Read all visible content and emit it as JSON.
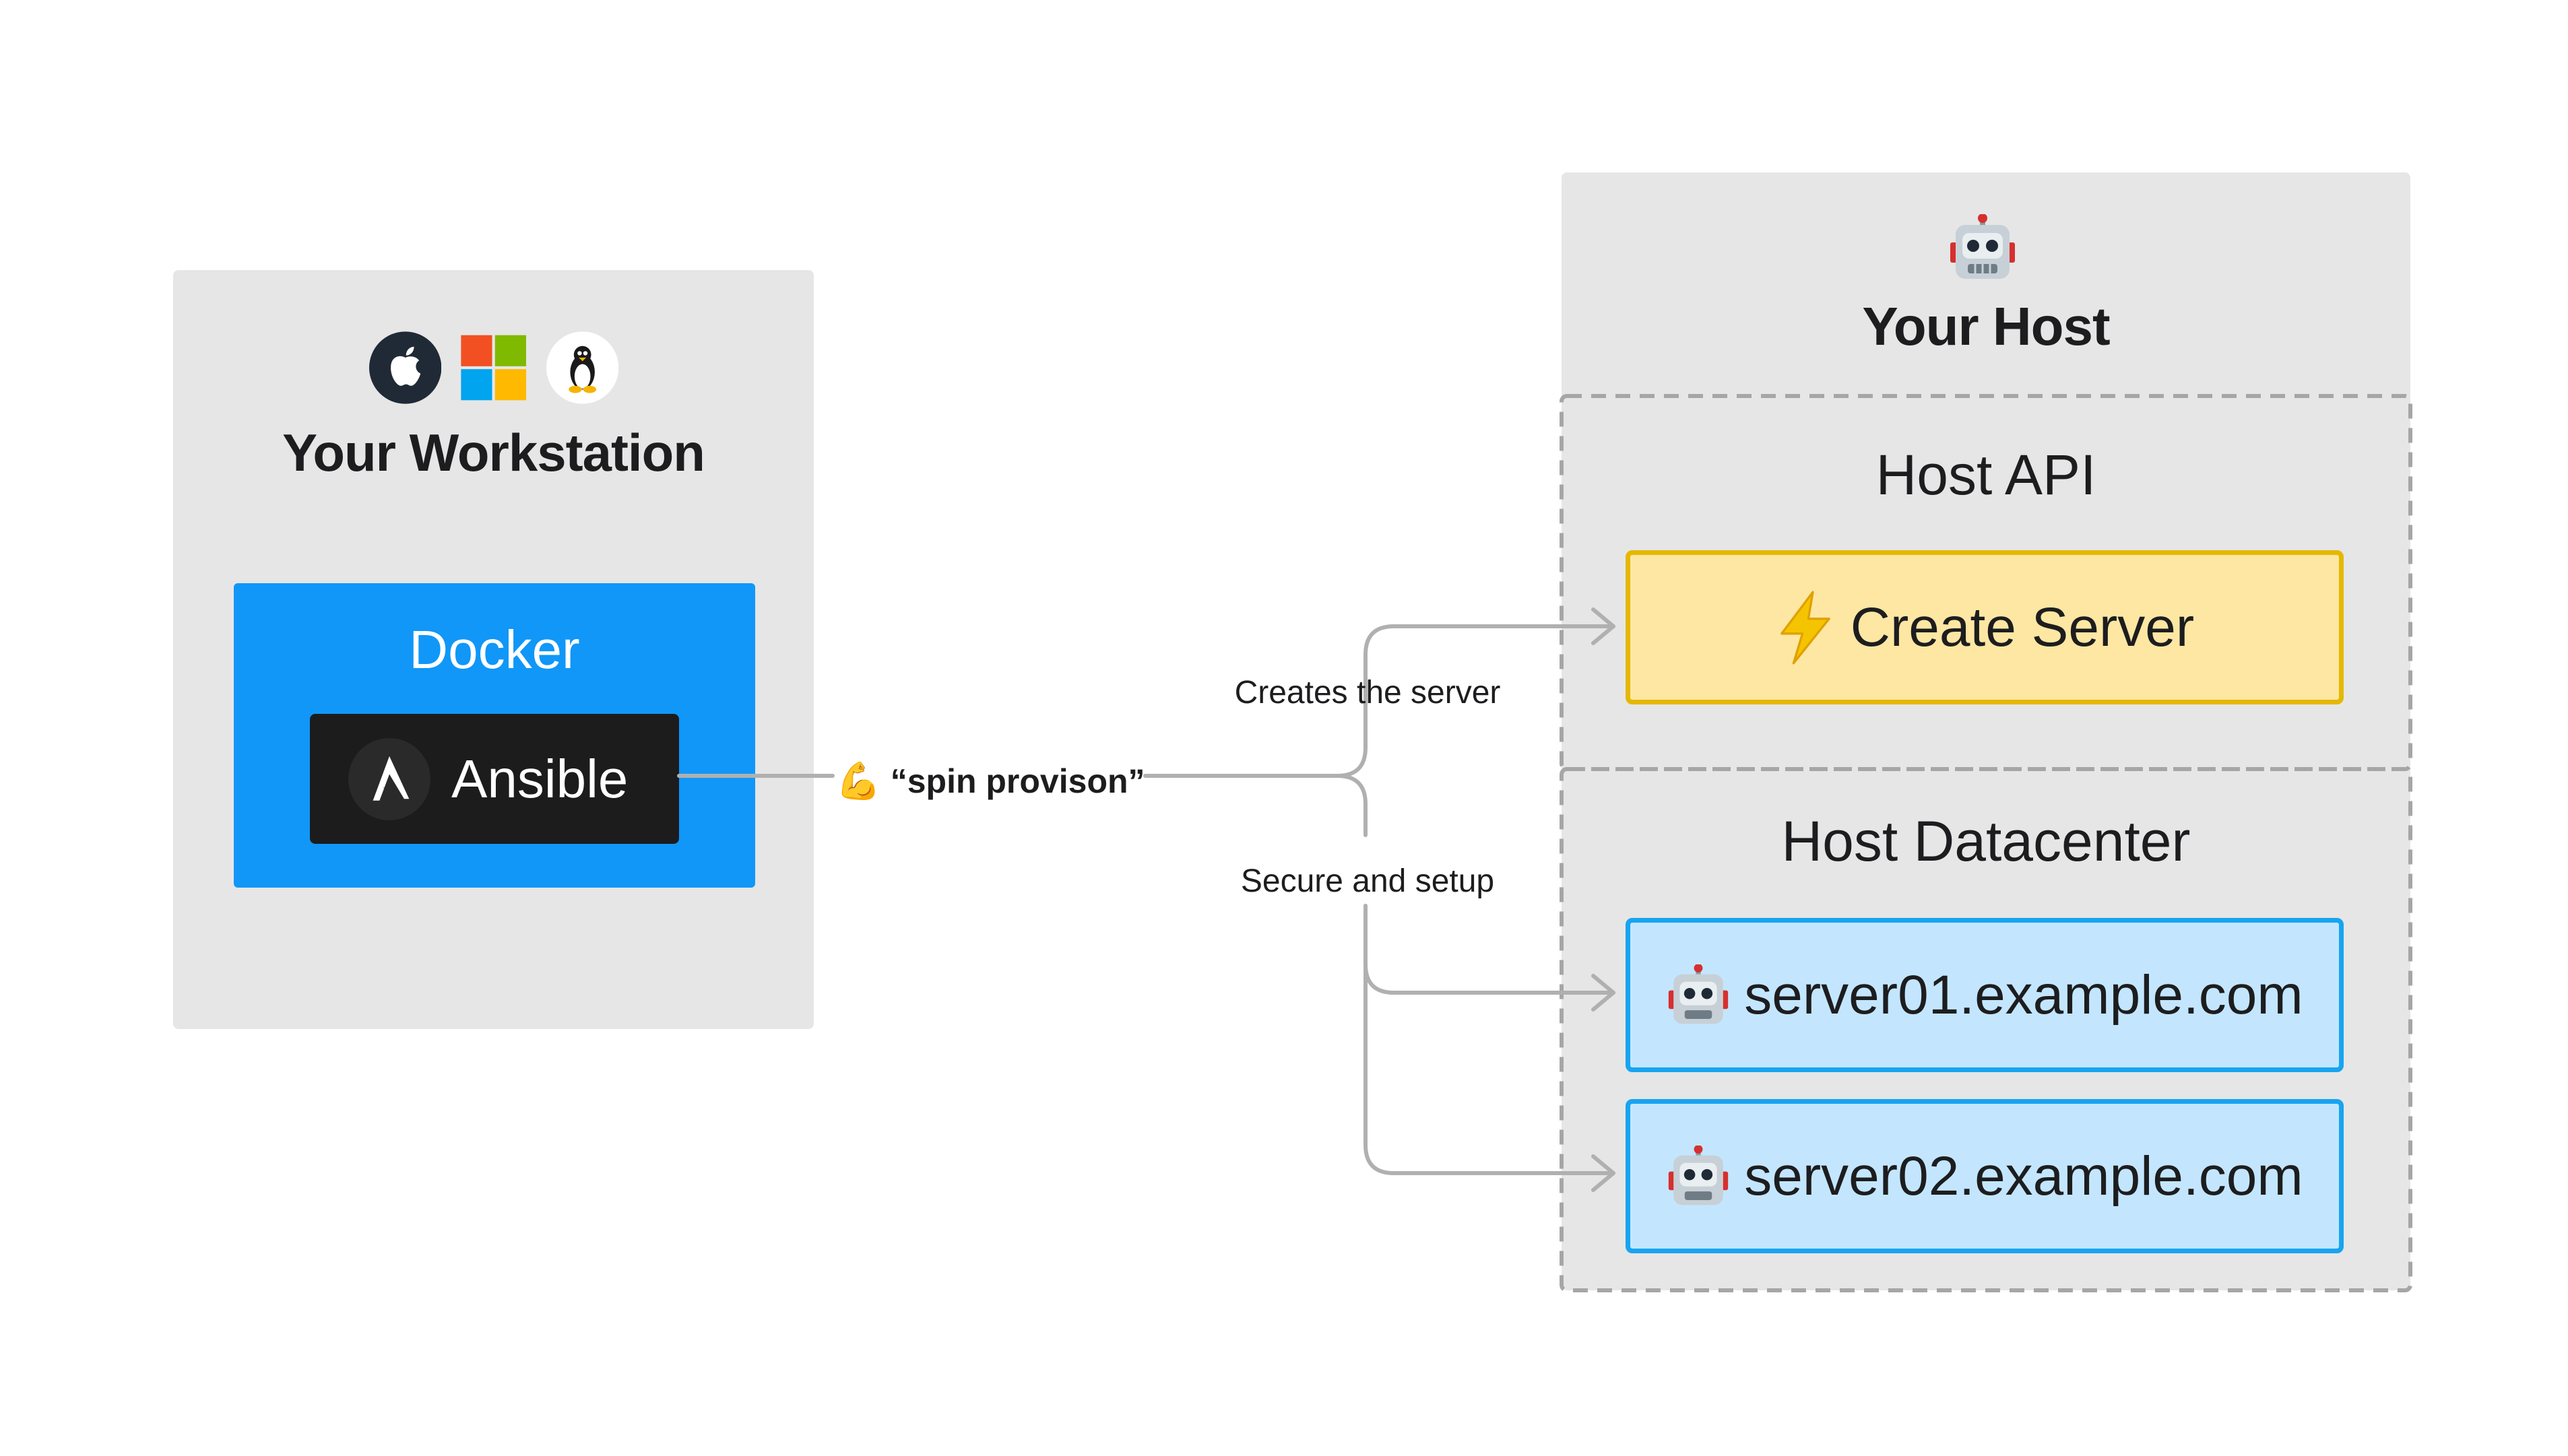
{
  "workstation": {
    "title": "Your Workstation",
    "os_icons": [
      "apple-icon",
      "windows-icon",
      "linux-icon"
    ],
    "docker_label": "Docker",
    "ansible_label": "Ansible"
  },
  "command": {
    "emoji": "💪",
    "text": "“spin provison”"
  },
  "flows": {
    "create": "Creates the server",
    "secure": "Secure and setup"
  },
  "host": {
    "title": "Your Host",
    "api_title": "Host API",
    "create_server_label": "Create Server",
    "datacenter_title": "Host Datacenter",
    "servers": [
      "server01.example.com",
      "server02.example.com"
    ]
  },
  "colors": {
    "panel_bg": "#e6e6e6",
    "docker_blue": "#1097f8",
    "ansible_bg": "#1c1c1c",
    "create_fill": "#fde7a3",
    "create_border": "#e5b800",
    "server_fill": "#c3e6fe",
    "server_border": "#18a4f0",
    "connector_gray": "#b0b0b0",
    "dashed_border": "#a6a6a6"
  }
}
